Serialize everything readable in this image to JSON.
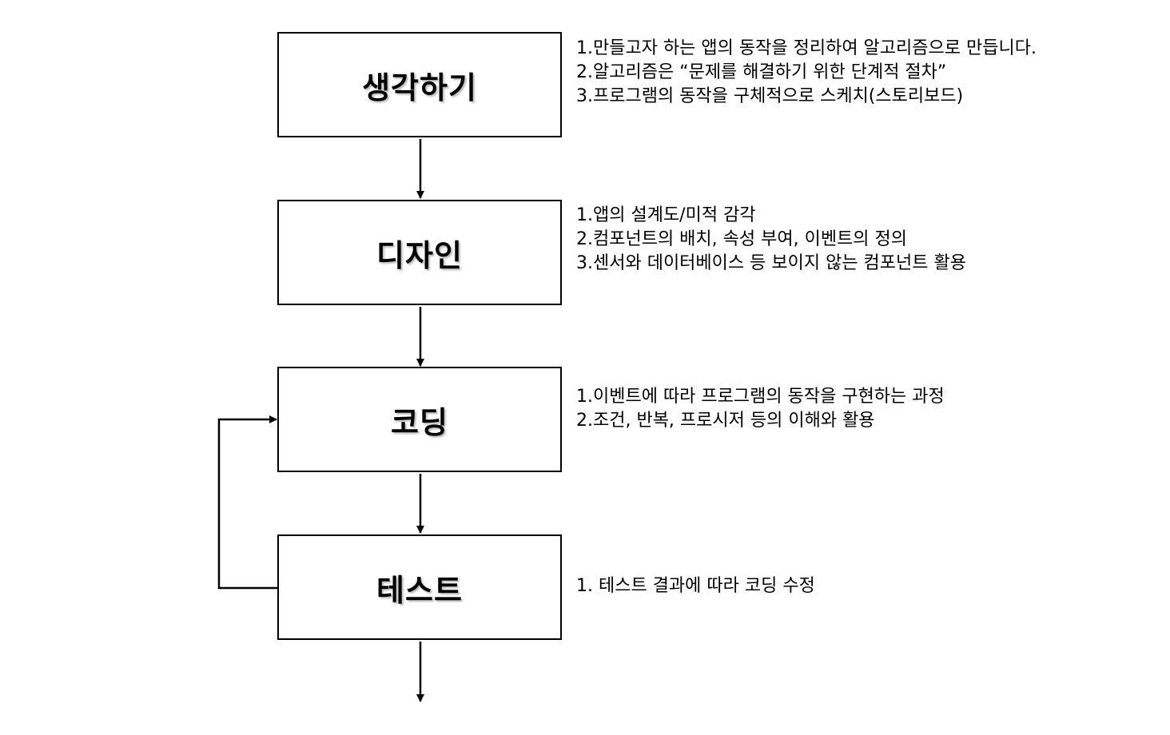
{
  "steps": [
    {
      "title": "생각하기",
      "items": [
        "1.만들고자 하는 앱의 동작을 정리하여 알고리즘으로 만듭니다.",
        "2.알고리즘은 “문제를 해결하기 위한 단계적 절차”",
        "3.프로그램의 동작을 구체적으로 스케치(스토리보드)"
      ]
    },
    {
      "title": "디자인",
      "items": [
        "1.앱의 설계도/미적 감각",
        "2.컴포넌트의 배치, 속성 부여, 이벤트의 정의",
        "3.센서와 데이터베이스 등 보이지 않는 컴포넌트 활용"
      ]
    },
    {
      "title": "코딩",
      "items": [
        "1.이벤트에 따라 프로그램의 동작을 구현하는 과정",
        "2.조건, 반복, 프로시저 등의 이해와 활용"
      ]
    },
    {
      "title": "테스트",
      "items": [
        "1. 테스트 결과에 따라 코딩 수정"
      ]
    }
  ]
}
